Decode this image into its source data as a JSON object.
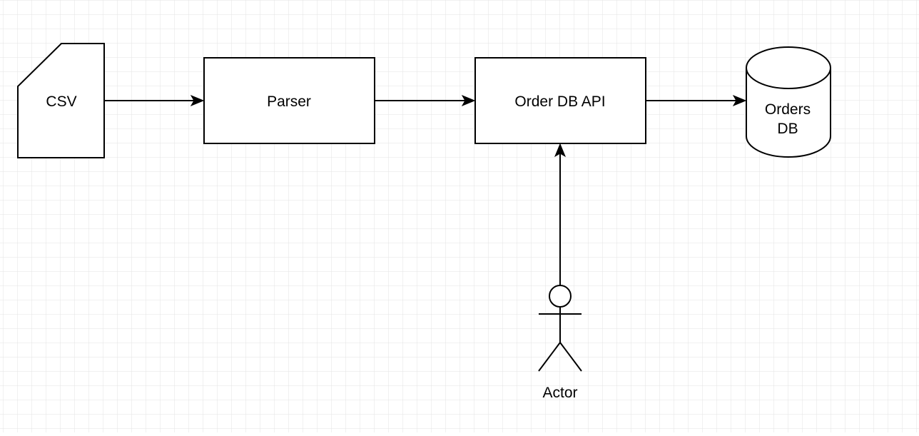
{
  "canvas": {
    "grid_color": "#e3e3e3",
    "background_color": "#ffffff"
  },
  "nodes": {
    "csv": {
      "label": "CSV",
      "shape": "card"
    },
    "parser": {
      "label": "Parser",
      "shape": "rectangle"
    },
    "order_api": {
      "label": "Order DB API",
      "shape": "rectangle"
    },
    "orders_db": {
      "label_line1": "Orders",
      "label_line2": "DB",
      "shape": "cylinder"
    },
    "actor": {
      "label": "Actor",
      "shape": "stick-figure"
    }
  },
  "edges": [
    {
      "from": "CSV",
      "to": "Parser"
    },
    {
      "from": "Parser",
      "to": "Order DB API"
    },
    {
      "from": "Order DB API",
      "to": "Orders DB"
    },
    {
      "from": "Actor",
      "to": "Order DB API"
    }
  ]
}
